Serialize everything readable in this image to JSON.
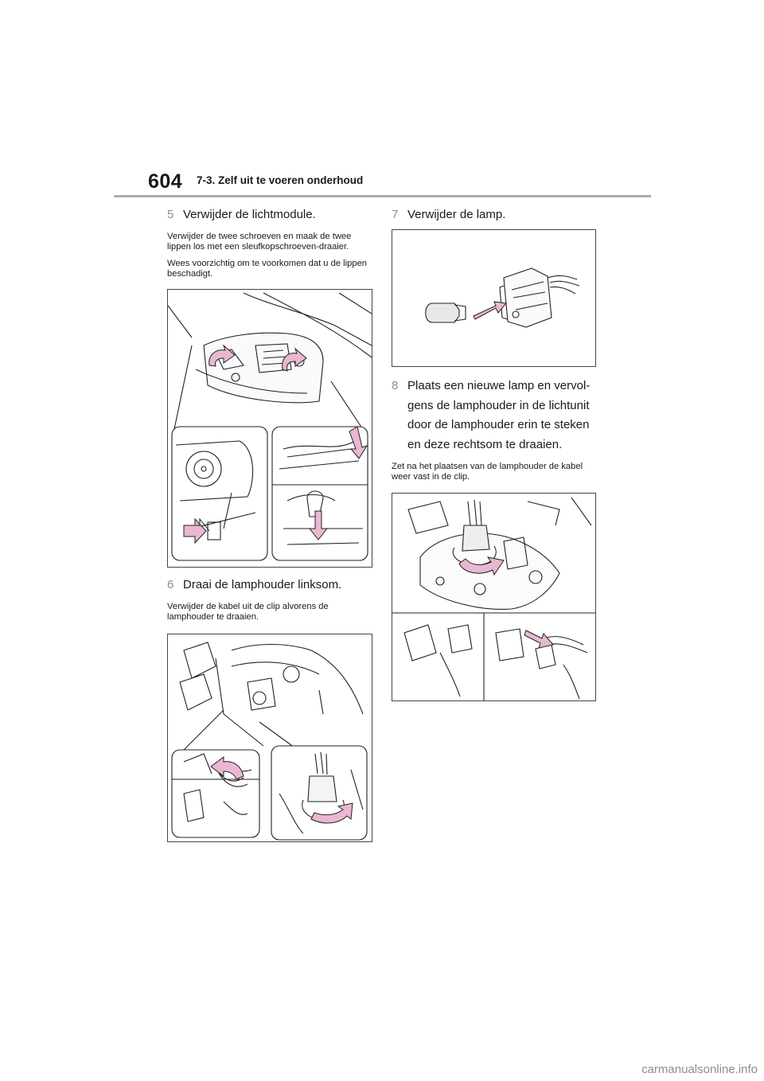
{
  "header": {
    "page_number": "604",
    "section_title": "7-3. Zelf uit te voeren onderhoud"
  },
  "steps": {
    "step5": {
      "number": "5",
      "title": "Verwijder de lichtmodule.",
      "notes": [
        "Verwijder de twee schroeven en maak de twee lippen los met een sleufkopschroeven-draaier.",
        "Wees voorzichtig om te voorkomen dat u de lippen beschadigt."
      ]
    },
    "step6": {
      "number": "6",
      "title": "Draai de lamphouder linksom.",
      "notes": [
        "Verwijder de kabel uit de clip alvorens de lamphouder te draaien."
      ]
    },
    "step7": {
      "number": "7",
      "title": "Verwijder de lamp."
    },
    "step8": {
      "number": "8",
      "title": "Plaats een nieuwe lamp en vervol-gens de lamphouder in de lichtunit door de lamphouder erin te steken en deze rechtsom te draaien.",
      "notes": [
        "Zet na het plaatsen van de lamphouder de kabel weer vast in de clip."
      ]
    }
  },
  "footer": {
    "watermark": "carmanualsonline.info"
  },
  "colors": {
    "arrow": "#e9b7d2",
    "step_number": "#8a9284",
    "rule": "#a9b0a4"
  }
}
